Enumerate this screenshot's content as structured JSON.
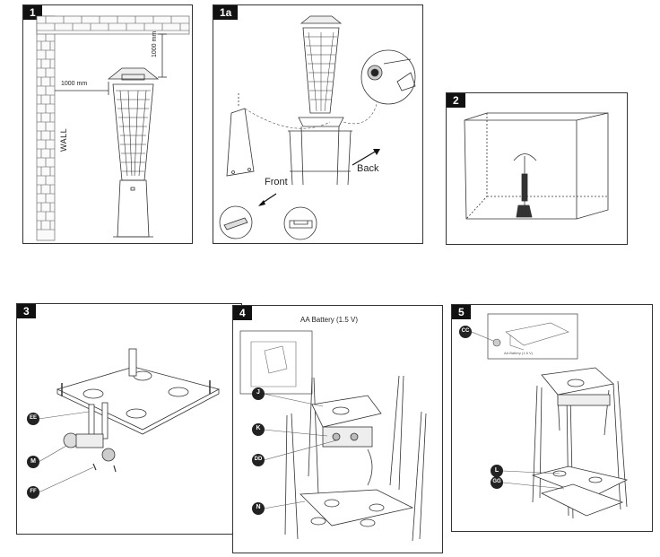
{
  "panels": [
    {
      "number": "1"
    },
    {
      "number": "1a"
    },
    {
      "number": "2"
    },
    {
      "number": "3"
    },
    {
      "number": "4"
    },
    {
      "number": "5"
    }
  ],
  "panel1": {
    "distance_top": "1000 mm",
    "distance_side": "1000 mm",
    "wall_label": "WALL"
  },
  "panel1a": {
    "front_label": "Front",
    "back_label": "Back"
  },
  "panel3": {
    "callouts": [
      "EE",
      "M",
      "FF"
    ]
  },
  "panel4": {
    "battery_label": "AA Battery (1.5 V)",
    "callouts": [
      "J",
      "K",
      "DD",
      "N"
    ]
  },
  "panel5": {
    "callouts": [
      "CC",
      "L",
      "GG"
    ],
    "battery_label": "AA Battery (1.5 V)"
  }
}
